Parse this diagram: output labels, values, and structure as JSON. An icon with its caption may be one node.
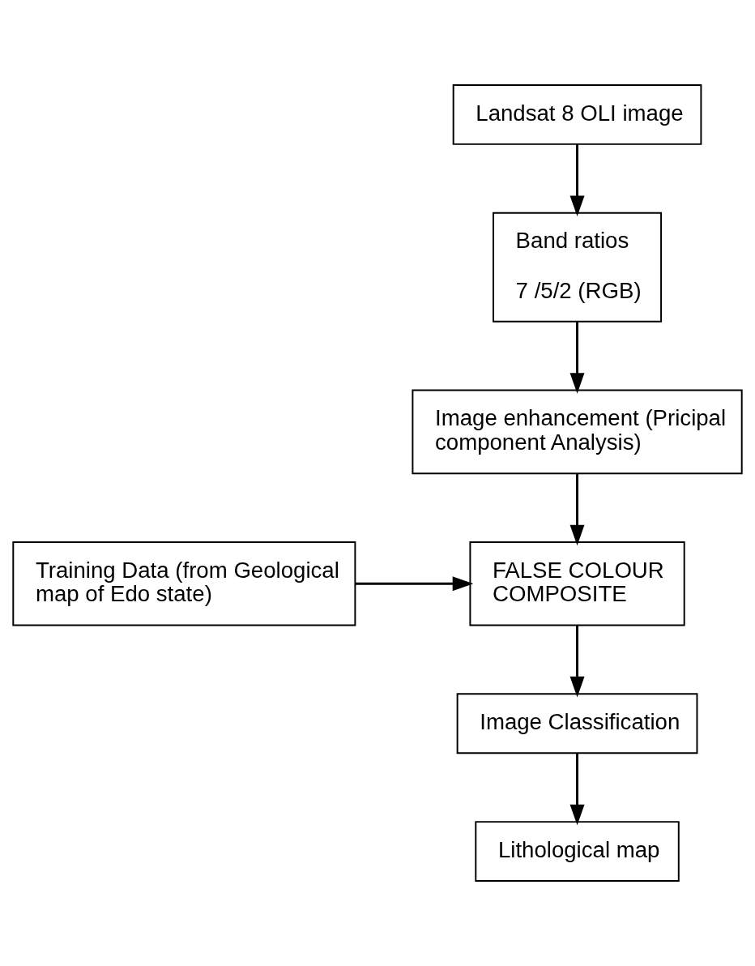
{
  "diagram": {
    "nodes": [
      {
        "text": [
          "Landsat 8 OLI image"
        ]
      },
      {
        "text": [
          "Band ratios",
          "7 /5/2 (RGB)"
        ]
      },
      {
        "text": [
          "Image enhancement (Pricipal component Analysis)"
        ]
      },
      {
        "text": [
          "FALSE COLOUR COMPOSITE"
        ]
      },
      {
        "text": [
          "Training Data (from Geological map of Edo state)"
        ]
      },
      {
        "text": [
          "Image Classification"
        ]
      },
      {
        "text": [
          "Lithological map"
        ]
      }
    ],
    "edges": [
      {
        "from": 0,
        "to": 1,
        "arrow": "to"
      },
      {
        "from": 1,
        "to": 2,
        "arrow": "to"
      },
      {
        "from": 2,
        "to": 3,
        "arrow": "to"
      },
      {
        "from": 4,
        "to": 3,
        "arrow": "to"
      },
      {
        "from": 3,
        "to": 5,
        "arrow": "to"
      },
      {
        "from": 5,
        "to": 6,
        "arrow": "to"
      }
    ]
  }
}
